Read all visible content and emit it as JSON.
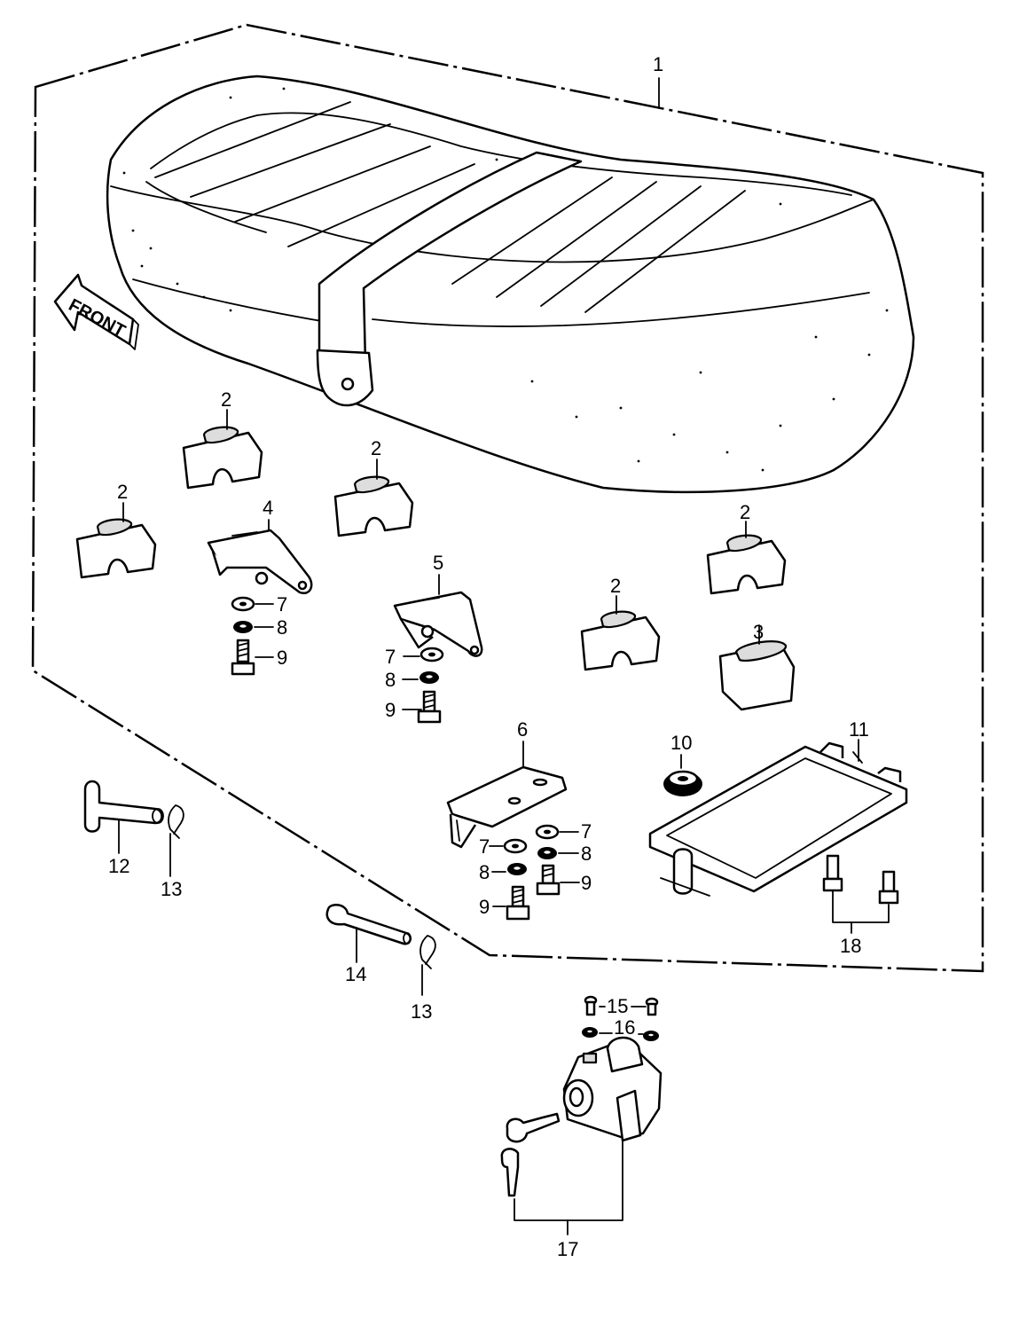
{
  "front_marker": "FRONT",
  "callouts": {
    "c1": "1",
    "c2a": "2",
    "c2b": "2",
    "c2c": "2",
    "c2d": "2",
    "c2e": "2",
    "c3": "3",
    "c4": "4",
    "c5": "5",
    "c6": "6",
    "c7a": "7",
    "c7b": "7",
    "c7c": "7",
    "c7d": "7",
    "c8a": "8",
    "c8b": "8",
    "c8c": "8",
    "c8d": "8",
    "c9a": "9",
    "c9b": "9",
    "c9c": "9",
    "c9d": "9",
    "c10": "10",
    "c11": "11",
    "c12": "12",
    "c13a": "13",
    "c13b": "13",
    "c14": "14",
    "c15": "15",
    "c16": "16",
    "c17": "17",
    "c18": "18"
  }
}
